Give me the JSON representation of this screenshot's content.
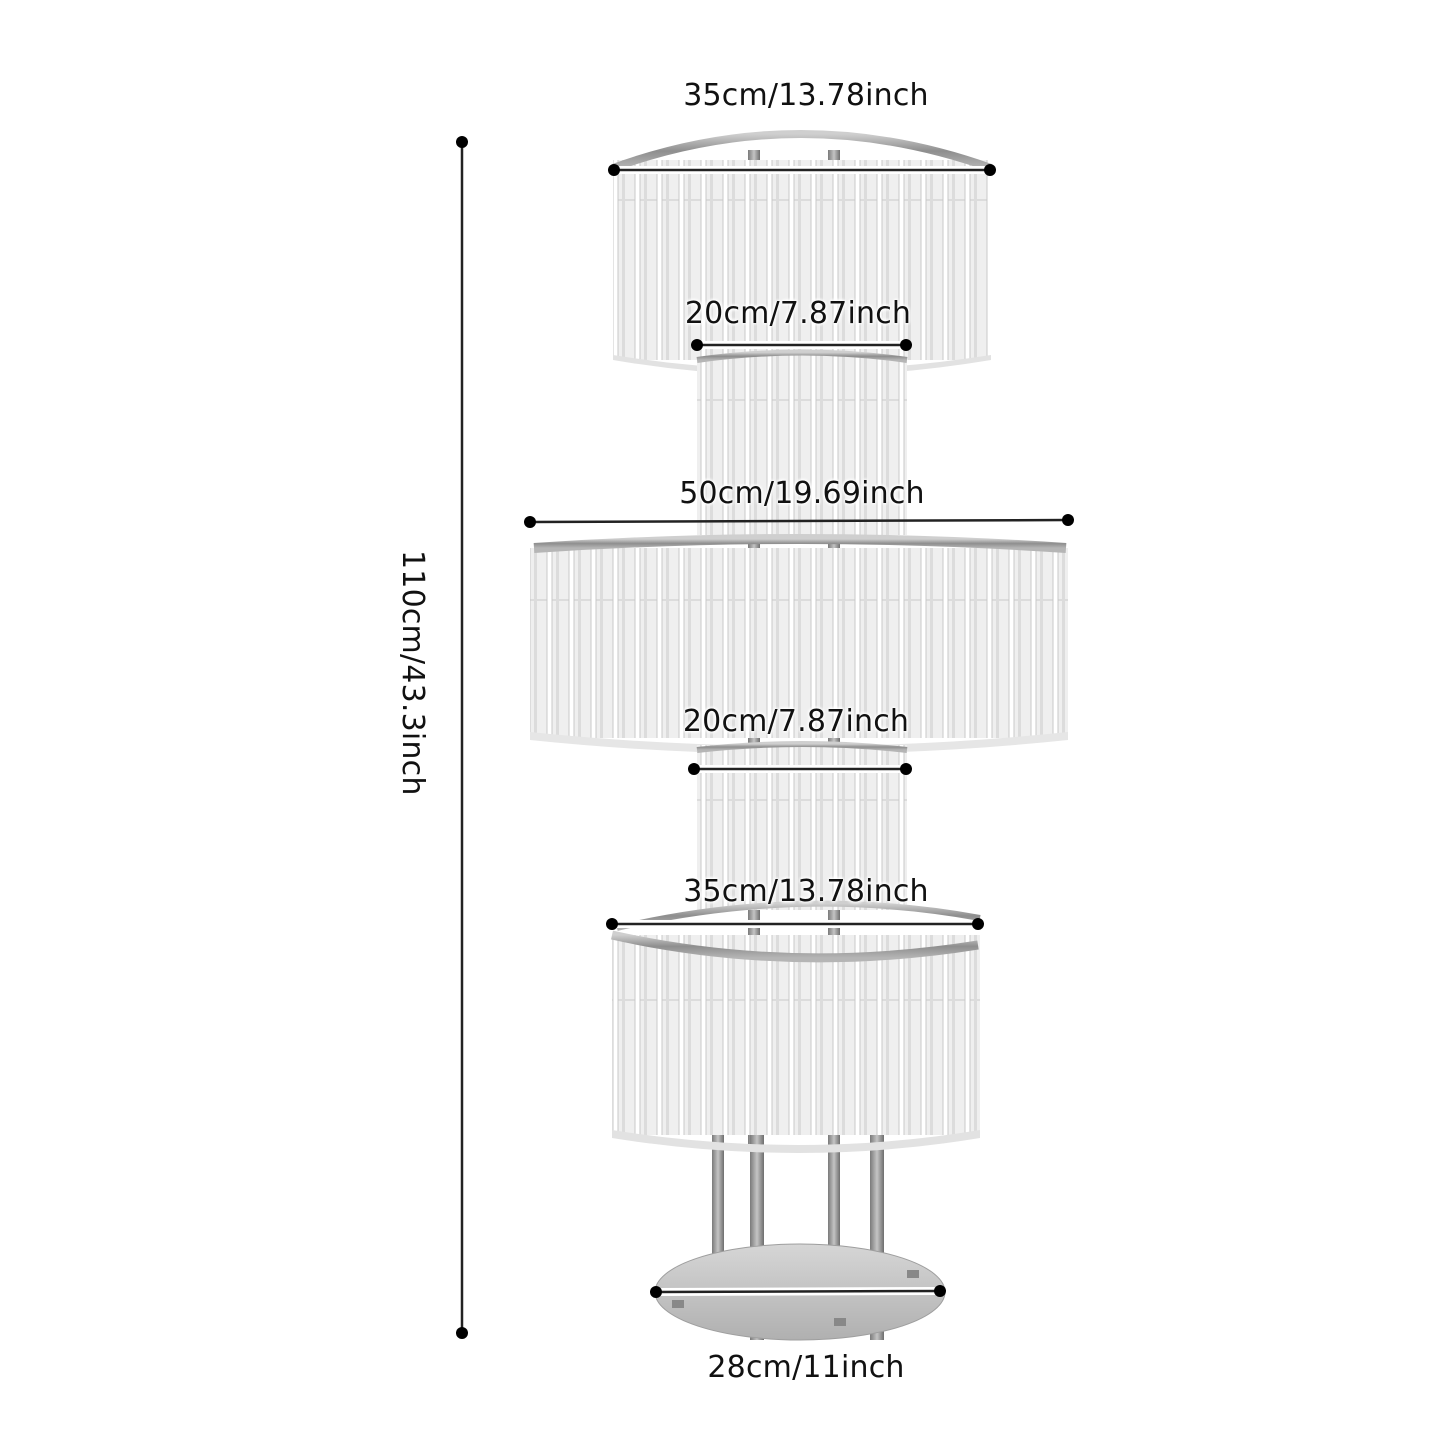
{
  "product": {
    "type": "5-tier crystal chandelier cake/flower stand",
    "colors": {
      "metal": "#9a9a9a",
      "crystal": "#ececec",
      "crystal_edge": "#bdbdbd",
      "dimension_line": "#111111",
      "background": "#ffffff"
    }
  },
  "dimensions": {
    "height": {
      "label": "110cm/43.3inch",
      "orientation": "vertical"
    },
    "tier1_top": {
      "label": "35cm/13.78inch"
    },
    "tier2_upper_neck": {
      "label": "20cm/7.87inch"
    },
    "tier3_middle": {
      "label": "50cm/19.69inch"
    },
    "tier4_lower_neck": {
      "label": "20cm/7.87inch"
    },
    "tier5_bottom": {
      "label": "35cm/13.78inch"
    },
    "base": {
      "label": "28cm/11inch"
    }
  }
}
